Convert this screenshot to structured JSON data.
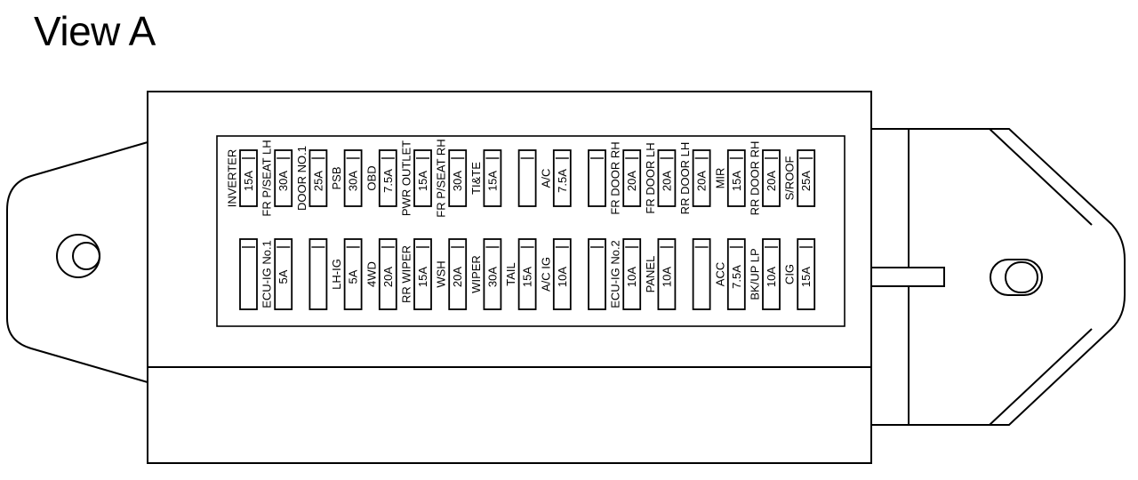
{
  "title": "View A",
  "fuses": [
    {
      "label": "INVERTER",
      "amp": "15A"
    },
    {
      "label": "FR P/SEAT LH",
      "amp": "30A"
    },
    {
      "label": "DOOR NO.1",
      "amp": "25A"
    },
    {
      "label": "PSB",
      "amp": "30A"
    },
    {
      "label": "OBD",
      "amp": "7.5A"
    },
    {
      "label": "PWR OUTLET",
      "amp": "15A"
    },
    {
      "label": "FR P/SEAT RH",
      "amp": "30A"
    },
    {
      "label": "TI&TE",
      "amp": "15A"
    },
    {
      "label": "",
      "amp": ""
    },
    {
      "label": "A/C",
      "amp": "7.5A"
    },
    {
      "label": "",
      "amp": ""
    },
    {
      "label": "FR DOOR RH",
      "amp": "20A"
    },
    {
      "label": "FR DOOR LH",
      "amp": "20A"
    },
    {
      "label": "RR DOOR LH",
      "amp": "20A"
    },
    {
      "label": "MIR",
      "amp": "15A"
    },
    {
      "label": "RR DOOR RH",
      "amp": "20A"
    },
    {
      "label": "S/ROOF",
      "amp": "25A"
    },
    {
      "label": "",
      "amp": ""
    },
    {
      "label": "ECU-IG No.1",
      "amp": "5A"
    },
    {
      "label": "",
      "amp": ""
    },
    {
      "label": "LH-IG",
      "amp": "5A"
    },
    {
      "label": "4WD",
      "amp": "20A"
    },
    {
      "label": "RR WIPER",
      "amp": "15A"
    },
    {
      "label": "WSH",
      "amp": "20A"
    },
    {
      "label": "WIPER",
      "amp": "30A"
    },
    {
      "label": "TAIL",
      "amp": "15A"
    },
    {
      "label": "A/C IG",
      "amp": "10A"
    },
    {
      "label": "",
      "amp": ""
    },
    {
      "label": "ECU-IG No.2",
      "amp": "10A"
    },
    {
      "label": "PANEL",
      "amp": "10A"
    },
    {
      "label": "",
      "amp": ""
    },
    {
      "label": "ACC",
      "amp": "7.5A"
    },
    {
      "label": "BK/UP LP",
      "amp": "10A"
    },
    {
      "label": "CIG",
      "amp": "15A"
    }
  ]
}
